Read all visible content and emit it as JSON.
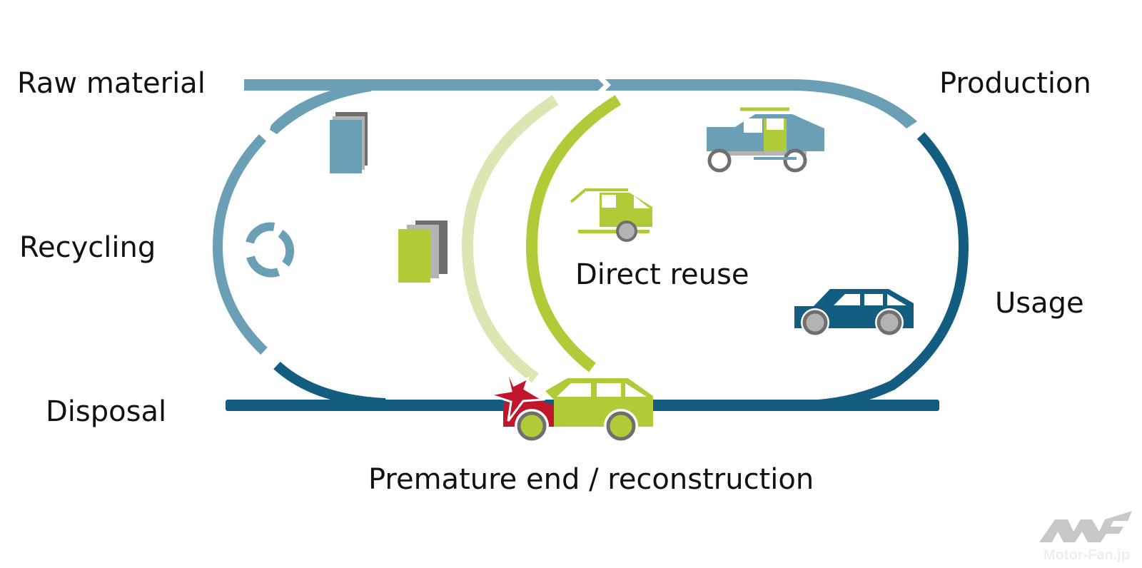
{
  "title": "Vehicle lifecycle: raw material, production, usage, reuse, recycling and disposal",
  "stages": {
    "raw_material": "Raw material",
    "production": "Production",
    "recycling": "Recycling",
    "usage": "Usage",
    "disposal": "Disposal",
    "direct_reuse": "Direct reuse",
    "premature_end": "Premature end / reconstruction"
  },
  "watermark": "Motor-Fan.jp",
  "colors": {
    "light_blue": "#6a9fb5",
    "dark_blue": "#135d80",
    "green": "#afcb37",
    "light_green": "#dae7b2",
    "red": "#c0172c",
    "gray_dark": "#6f6f6f",
    "gray_light": "#b3b3b3"
  }
}
